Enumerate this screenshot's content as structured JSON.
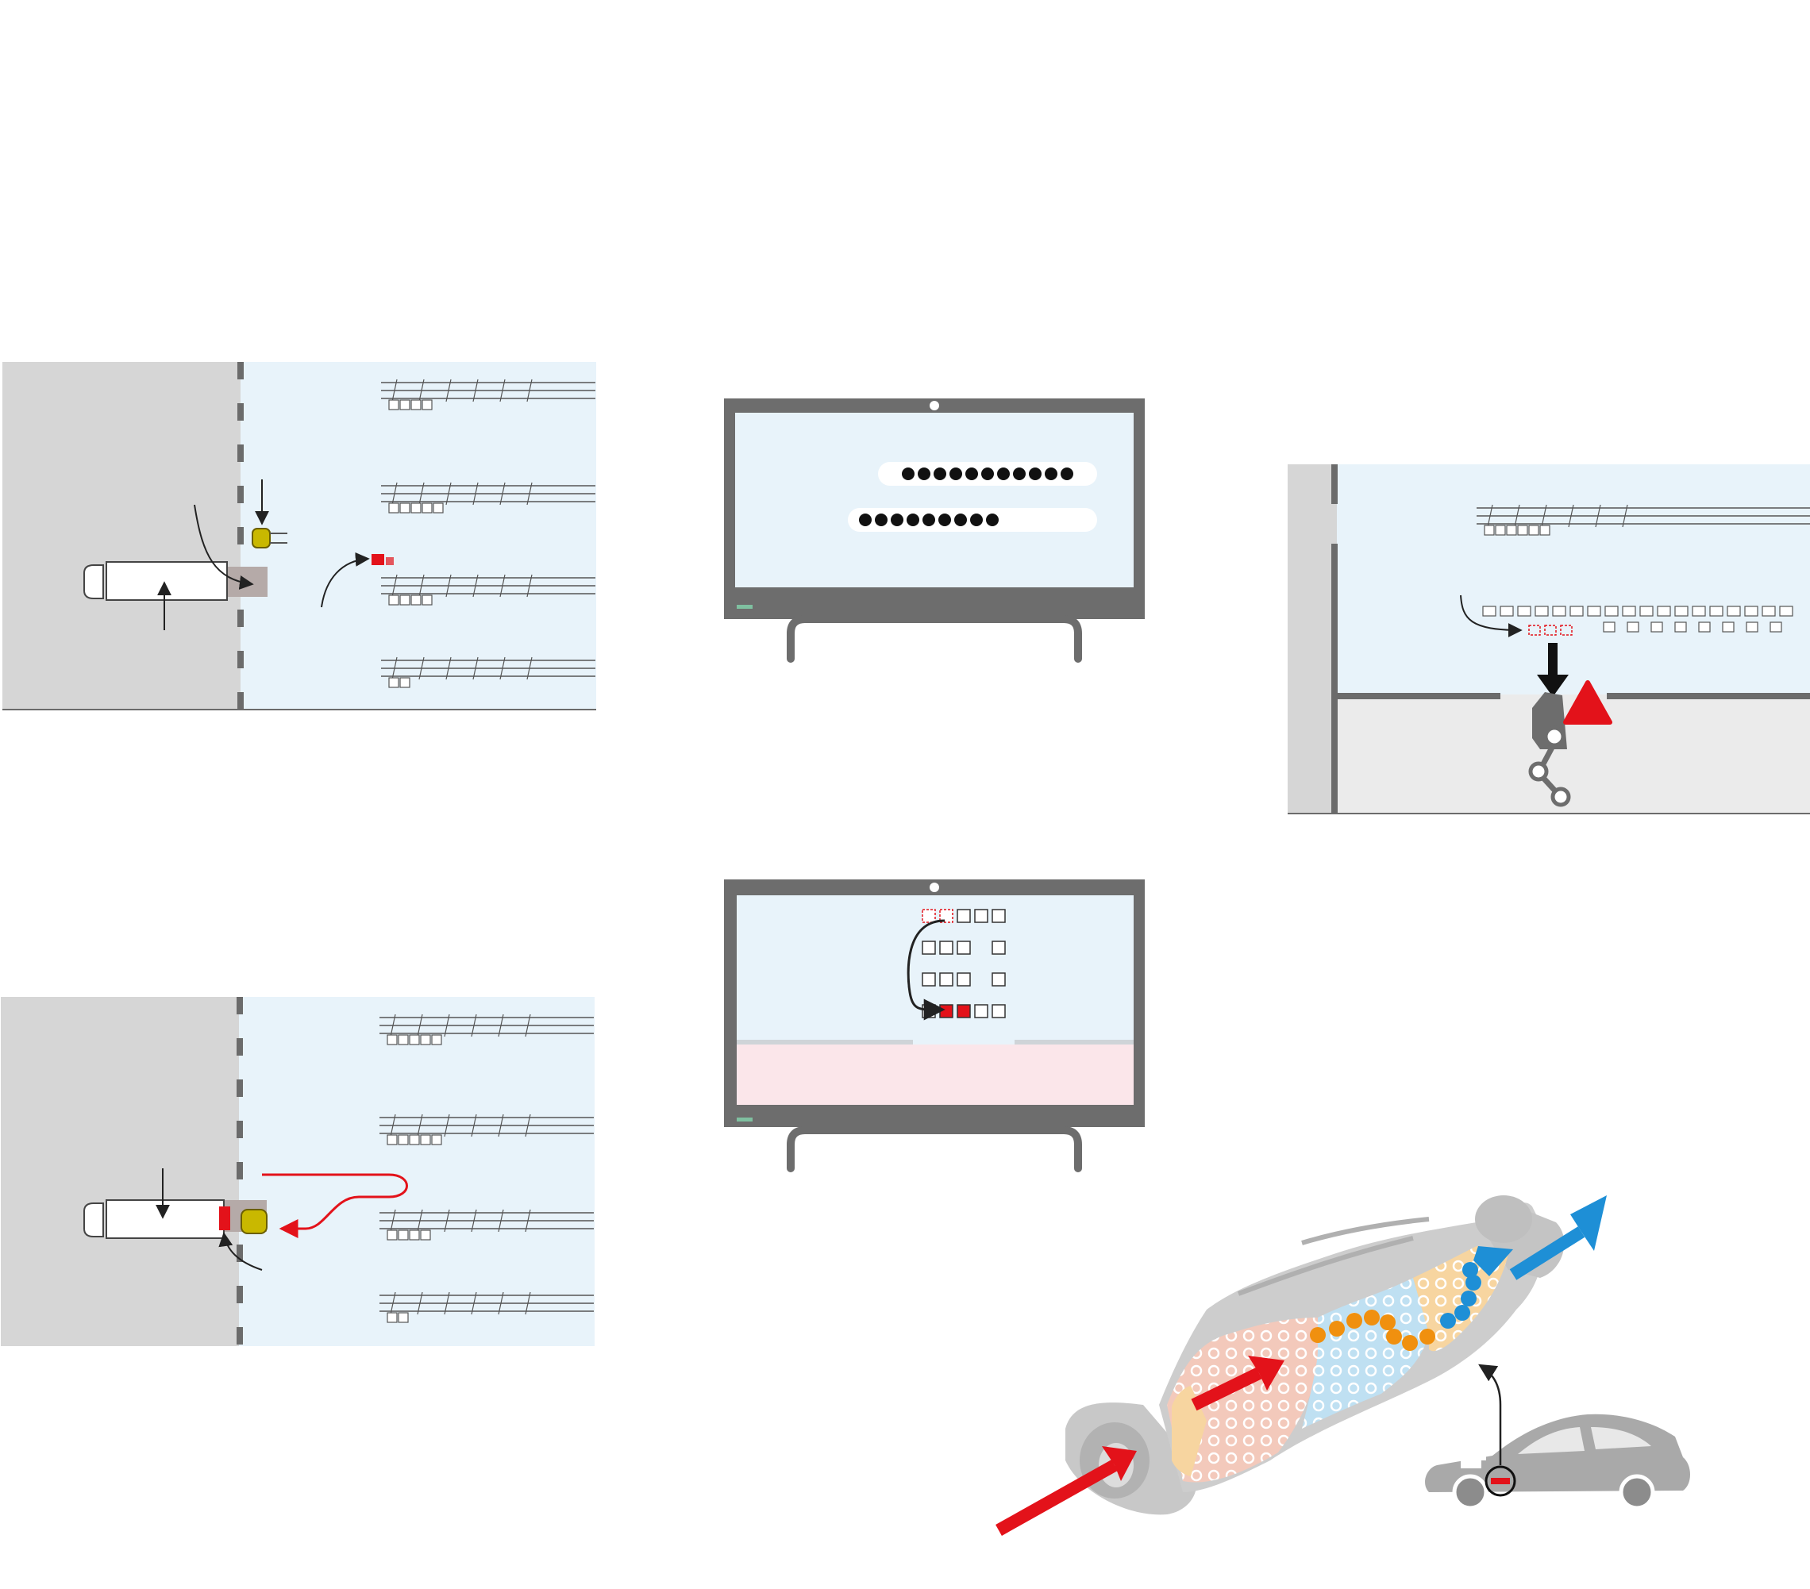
{
  "panels": {
    "receiving_unload": {
      "name": "receiving-unload-panel"
    },
    "login_screen": {
      "password_dots_1": 11,
      "password_dots_2": 9
    },
    "warehouse_alert": {
      "alert_color": "#e3121a"
    },
    "shipping_load": {
      "name": "shipping-load-panel"
    },
    "inventory_screen": {
      "name": "inventory-screen"
    },
    "catalytic_converter": {
      "inlet_color": "#e3121a",
      "outlet_color": "#1e8fd6",
      "particle_color": "#f0900f"
    }
  },
  "colors": {
    "floor_gray": "#d6d6d6",
    "warehouse_blue": "#e8f3fa",
    "monitor_frame": "#6d6d6d",
    "forklift_yellow": "#c9b800",
    "accent_red": "#e3121a",
    "accent_blue": "#1e8fd6",
    "accent_orange": "#f0900f",
    "converter_gray": "#c8c8c8",
    "pink_zone": "#f3c9bb",
    "tan_zone": "#f7d5a0",
    "light_blue_zone": "#bfe0f2"
  },
  "icons": [
    "truck-icon",
    "forklift-icon",
    "pallet-stack-icon",
    "shelf-rack-icon",
    "robot-arm-icon",
    "warning-triangle-icon",
    "car-icon",
    "arrow-icon"
  ]
}
